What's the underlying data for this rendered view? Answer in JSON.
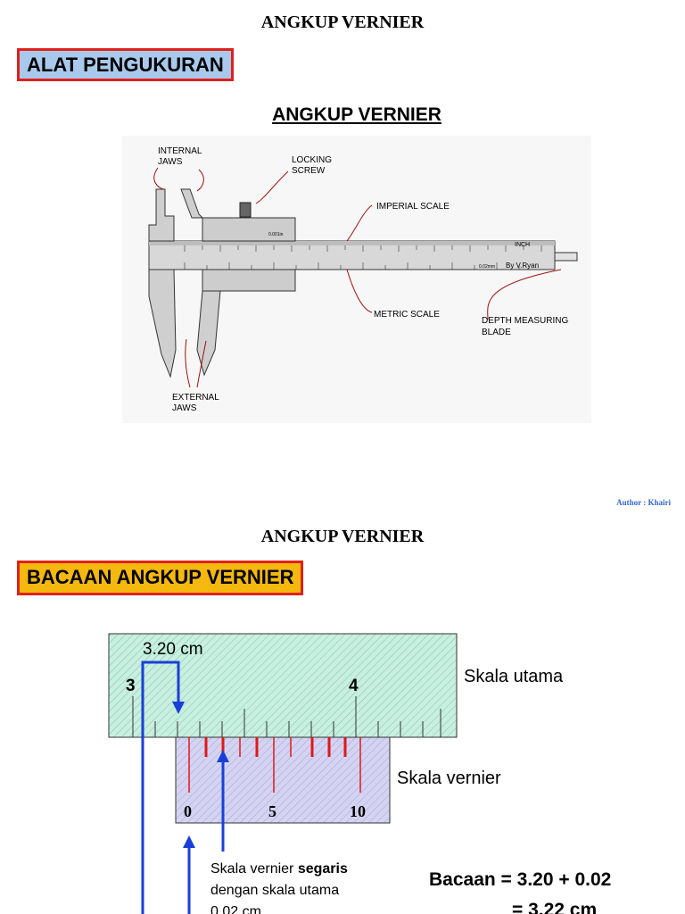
{
  "slide1": {
    "title": "ANGKUP VERNIER",
    "tag": "ALAT PENGUKURAN",
    "heading": "ANGKUP VERNIER",
    "labels": {
      "internal_jaws_1": "INTERNAL",
      "internal_jaws_2": "JAWS",
      "locking_screw_1": "LOCKING",
      "locking_screw_2": "SCREW",
      "imperial_scale": "IMPERIAL SCALE",
      "metric_scale": "METRIC SCALE",
      "depth_blade_1": "DEPTH MEASURING",
      "depth_blade_2": "BLADE",
      "external_jaws_1": "EXTERNAL",
      "external_jaws_2": "JAWS",
      "inch": "INCH",
      "by": "By V.Ryan",
      "vernier_unit": "0.001in",
      "metric_unit": "0.02mm"
    },
    "author": "Author : Khairi"
  },
  "slide2": {
    "title": "ANGKUP VERNIER",
    "tag": "BACAAN ANGKUP VERNIER",
    "reading_label": "3.20 cm",
    "main_scale_label": "Skala utama",
    "vernier_scale_label": "Skala vernier",
    "main_num_3": "3",
    "main_num_4": "4",
    "vernier_num_0": "0",
    "vernier_num_5": "5",
    "vernier_num_10": "10",
    "note_line1_pre": "Skala vernier ",
    "note_line1_bold": "segaris",
    "note_line2": "dengan skala utama",
    "note_line3": "0.02 cm",
    "bacaan_line1": "Bacaan = 3.20 + 0.02",
    "bacaan_line2": "= 3.22 cm",
    "colors": {
      "main_scale_fill": "#c8efe0",
      "vernier_fill": "#c9c9ee",
      "arrow_blue": "#1a3fd8",
      "tick_red": "#e01818"
    }
  }
}
